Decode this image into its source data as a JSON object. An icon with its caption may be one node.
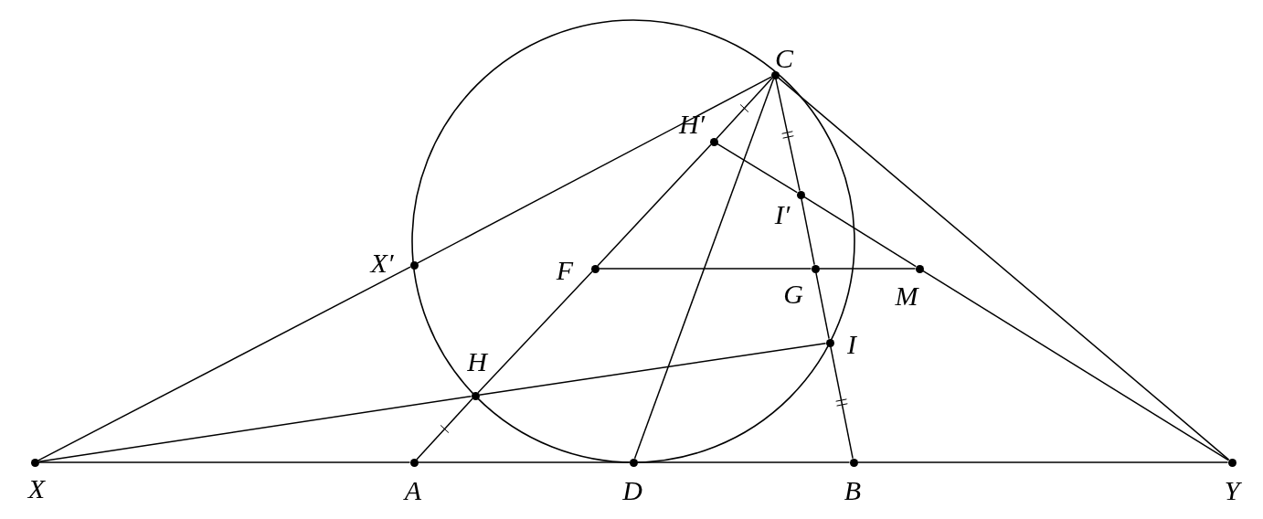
{
  "diagram": {
    "nodes": [
      {
        "text": [],
        "shape": "circle",
        "beside": [
          "C"
        ]
      },
      {
        "text": [],
        "shape": "circle",
        "beside": [
          "H′"
        ]
      },
      {
        "text": [],
        "shape": "circle",
        "beside": [
          "I′"
        ]
      },
      {
        "text": [],
        "shape": "circle",
        "beside": [
          "X′"
        ]
      },
      {
        "text": [],
        "shape": "circle",
        "beside": [
          "F"
        ]
      },
      {
        "text": [],
        "shape": "circle",
        "beside": [
          "G"
        ]
      },
      {
        "text": [],
        "shape": "circle",
        "beside": [
          "M"
        ]
      },
      {
        "text": [],
        "shape": "circle",
        "beside": [
          "I"
        ]
      },
      {
        "text": [],
        "shape": "circle",
        "beside": [
          "H"
        ]
      },
      {
        "text": [],
        "shape": "circle",
        "beside": [
          "X"
        ]
      },
      {
        "text": [],
        "shape": "circle",
        "beside": [
          "A"
        ]
      },
      {
        "text": [],
        "shape": "circle",
        "beside": [
          "D"
        ]
      },
      {
        "text": [],
        "shape": "circle",
        "beside": [
          "B"
        ]
      },
      {
        "text": [],
        "shape": "circle",
        "beside": [
          "Y"
        ]
      }
    ],
    "edges": [
      {
        "from": 0,
        "to": 1,
        "arrow": "none"
      },
      {
        "from": 1,
        "to": 4,
        "arrow": "none"
      },
      {
        "from": 4,
        "to": 8,
        "arrow": "none"
      },
      {
        "from": 8,
        "to": 10,
        "arrow": "none"
      },
      {
        "from": 0,
        "to": 2,
        "arrow": "none"
      },
      {
        "from": 2,
        "to": 5,
        "arrow": "none"
      },
      {
        "from": 5,
        "to": 7,
        "arrow": "none"
      },
      {
        "from": 7,
        "to": 12,
        "arrow": "none"
      },
      {
        "from": 0,
        "to": 11,
        "arrow": "none"
      },
      {
        "from": 10,
        "to": 11,
        "arrow": "none"
      },
      {
        "from": 11,
        "to": 12,
        "arrow": "none"
      },
      {
        "from": 4,
        "to": 5,
        "arrow": "none"
      },
      {
        "from": 5,
        "to": 6,
        "arrow": "none"
      },
      {
        "from": 1,
        "to": 2,
        "arrow": "none"
      },
      {
        "from": 2,
        "to": 6,
        "arrow": "none"
      },
      {
        "from": 9,
        "to": 10,
        "arrow": "none"
      },
      {
        "from": 12,
        "to": 13,
        "arrow": "none"
      },
      {
        "from": 9,
        "to": 3,
        "arrow": "none"
      },
      {
        "from": 3,
        "to": 0,
        "arrow": "none"
      },
      {
        "from": 9,
        "to": 8,
        "arrow": "none"
      },
      {
        "from": 8,
        "to": 7,
        "arrow": "none"
      },
      {
        "from": 0,
        "to": 13,
        "arrow": "none"
      },
      {
        "from": 6,
        "to": 13,
        "arrow": "none"
      }
    ]
  }
}
